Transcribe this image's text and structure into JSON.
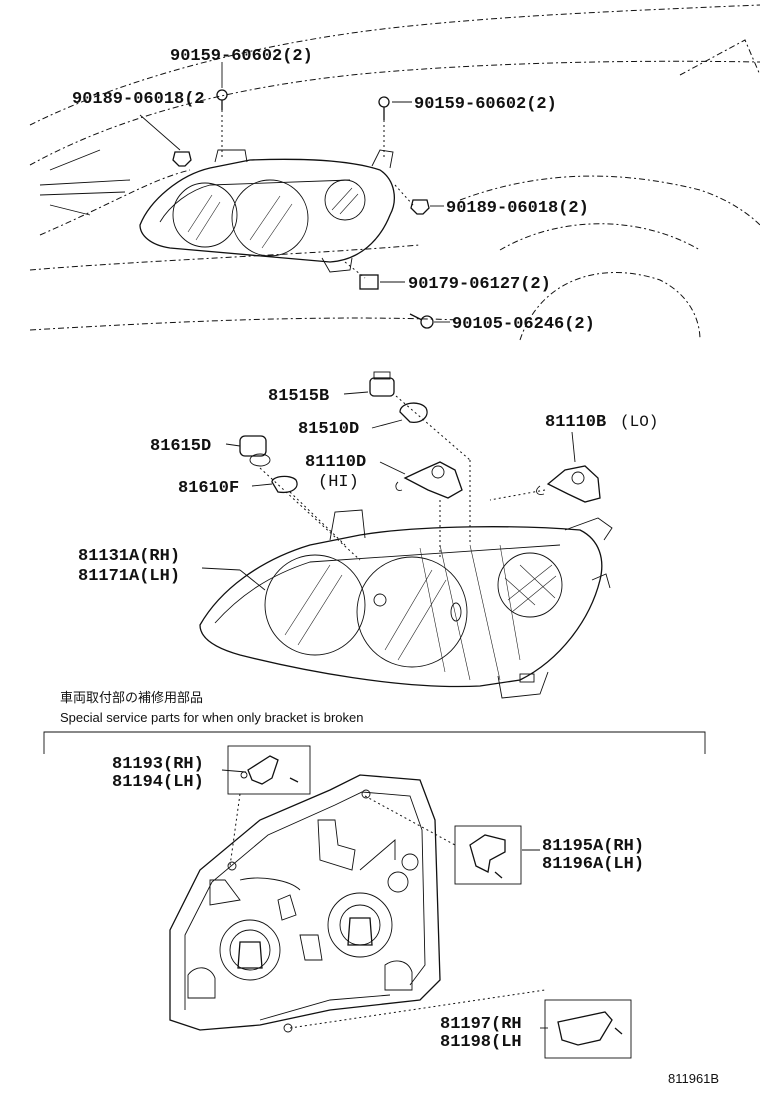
{
  "top_callouts": [
    {
      "text": "90159-60602(2)"
    },
    {
      "text": "90189-06018(2"
    },
    {
      "text": "90159-60602(2)"
    },
    {
      "text": "90189-06018(2)"
    },
    {
      "text": "90179-06127(2)"
    },
    {
      "text": "90105-06246(2)"
    }
  ],
  "parts": {
    "p81515b": "81515B",
    "p81510d": "81510D",
    "p81110b": "81110B",
    "p81110b_sub": "(LO)",
    "p81615d": "81615D",
    "p81110d": "81110D",
    "p81110d_sub": "(HI)",
    "p81610f": "81610F",
    "p81131a": "81131A(RH)",
    "p81171a": "81171A(LH)"
  },
  "notes": {
    "japanese": "車両取付部の補修用部品",
    "english": "Special  service  parts  for  when  only  bracket  is  broken"
  },
  "bracket_parts": {
    "p81193": "81193(RH)",
    "p81194": "81194(LH)",
    "p81195a": "81195A(RH)",
    "p81196a": "81196A(LH)",
    "p81197": "81197(RH",
    "p81198": "81198(LH"
  },
  "figure_id": "811961B"
}
